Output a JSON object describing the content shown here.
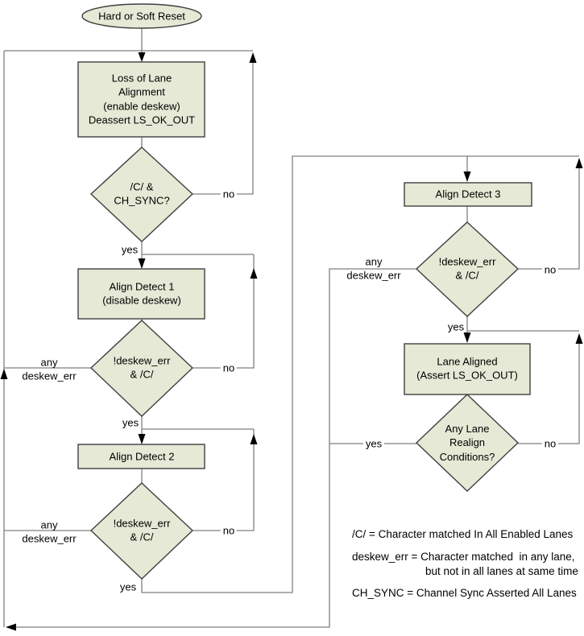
{
  "nodes": {
    "start": {
      "label": "Hard or Soft Reset"
    },
    "loss": {
      "label": "Loss of Lane\nAlignment\n(enable deskew)\nDeassert LS_OK_OUT"
    },
    "d1": {
      "label": "/C/ &\nCH_SYNC?"
    },
    "ad1": {
      "label": "Align Detect 1\n(disable deskew)"
    },
    "d2": {
      "label": "!deskew_err\n& /C/"
    },
    "ad2": {
      "label": "Align Detect 2"
    },
    "d3": {
      "label": "!deskew_err\n& /C/"
    },
    "ad3": {
      "label": "Align Detect 3"
    },
    "d4": {
      "label": "!deskew_err\n& /C/"
    },
    "aligned": {
      "label": "Lane Aligned\n(Assert LS_OK_OUT)"
    },
    "d5": {
      "label": "Any Lane\nRealign\nConditions?"
    }
  },
  "edge_labels": {
    "yes": "yes",
    "no": "no",
    "any_deskew_err": "any\ndeskew_err"
  },
  "legend": {
    "c_def": "/C/ = Character matched In All Enabled Lanes",
    "deskew_def_line1": "deskew_err = Character matched  in any lane,",
    "deskew_def_line2": "but not in all lanes at same time",
    "ch_sync_def": "CH_SYNC = Channel Sync Asserted All Lanes"
  },
  "colors": {
    "node_fill": "#e5e9d5",
    "node_border": "#404040",
    "connector": "#7f7f7f",
    "arrow": "#000000",
    "text": "#000000",
    "background": "#ffffff"
  }
}
